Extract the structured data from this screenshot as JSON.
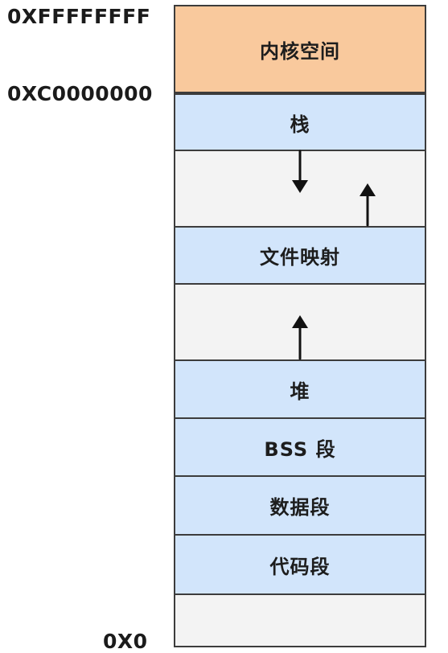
{
  "addresses": {
    "top": "0XFFFFFFFF",
    "kernel_boundary": "0XC0000000",
    "bottom": "0X0"
  },
  "segments": {
    "kernel_space": "内核空间",
    "stack": "栈",
    "memory_mapping": "文件映射",
    "heap": "堆",
    "bss": "BSS 段",
    "data": "数据段",
    "code": "代码段"
  },
  "arrows": {
    "stack_growth": "down",
    "mapping_growth": "up",
    "heap_growth": "up"
  },
  "colors": {
    "kernel": "#F9C99D",
    "user_segment": "#D2E5FB",
    "free_space": "#F3F3F3",
    "border": "#3C3C3C",
    "text": "#1D1D1D"
  }
}
